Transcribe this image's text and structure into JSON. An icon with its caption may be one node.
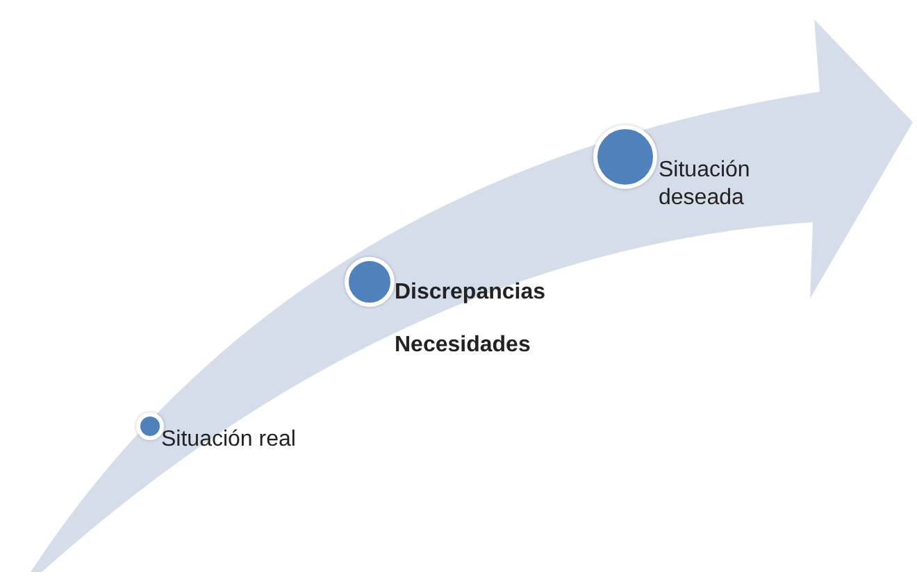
{
  "diagram": {
    "nodes": [
      {
        "text": [],
        "shape": "circle",
        "beside": [
          "Situación real"
        ]
      },
      {
        "text": [],
        "shape": "circle",
        "beside": [
          "Discrepancias",
          "Necesidades"
        ]
      },
      {
        "text": [],
        "shape": "circle",
        "beside": [
          "Situación deseada"
        ]
      }
    ]
  }
}
